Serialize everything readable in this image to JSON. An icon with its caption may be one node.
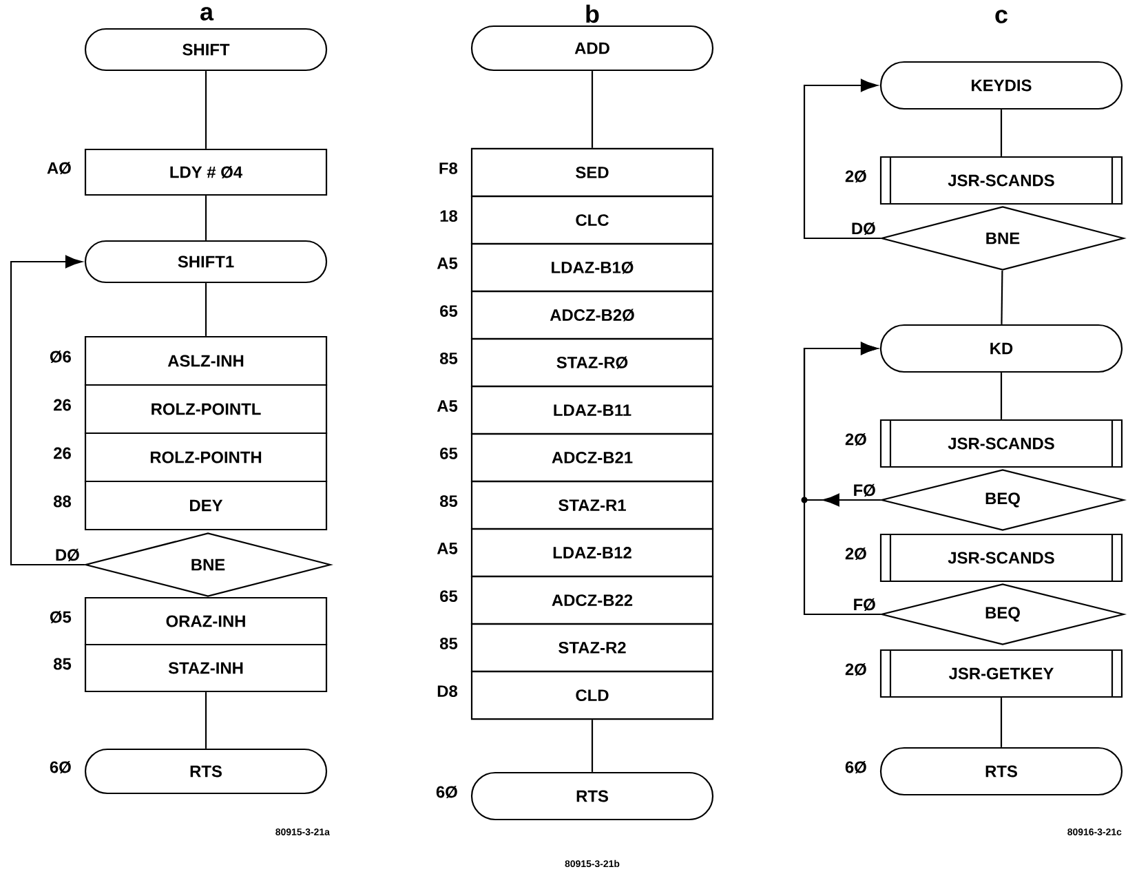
{
  "diagram": {
    "nodes": [
      {
        "text": [
          "SHIFT"
        ]
      },
      {
        "text": [
          "LDY # Ø4"
        ],
        "beside": [
          "AØ"
        ]
      },
      {
        "text": [
          "SHIFT1"
        ]
      },
      {
        "text": [
          "ASLZ-INH"
        ],
        "beside": [
          "Ø6"
        ]
      },
      {
        "text": [
          "ROLZ-POINTL"
        ],
        "beside": [
          "26"
        ]
      },
      {
        "text": [
          "ROLZ-POINTH"
        ],
        "beside": [
          "26"
        ]
      },
      {
        "text": [
          "DEY"
        ],
        "beside": [
          "88"
        ]
      },
      {
        "text": [
          "BNE"
        ],
        "beside": [
          "DØ"
        ]
      },
      {
        "text": [
          "ORAZ-INH"
        ],
        "beside": [
          "Ø5"
        ]
      },
      {
        "text": [
          "STAZ-INH"
        ],
        "beside": [
          "85"
        ]
      },
      {
        "text": [
          "RTS"
        ],
        "beside": [
          "6Ø"
        ]
      },
      {
        "text": [
          "ADD"
        ]
      },
      {
        "text": [
          "SED"
        ],
        "beside": [
          "F8"
        ]
      },
      {
        "text": [
          "CLC"
        ],
        "beside": [
          "18"
        ]
      },
      {
        "text": [
          "LDAZ-B1Ø"
        ],
        "beside": [
          "A5"
        ]
      },
      {
        "text": [
          "ADCZ-B2Ø"
        ],
        "beside": [
          "65"
        ]
      },
      {
        "text": [
          "STAZ-RØ"
        ],
        "beside": [
          "85"
        ]
      },
      {
        "text": [
          "LDAZ-B11"
        ],
        "beside": [
          "A5"
        ]
      },
      {
        "text": [
          "ADCZ-B21"
        ],
        "beside": [
          "65"
        ]
      },
      {
        "text": [
          "STAZ-R1"
        ],
        "beside": [
          "85"
        ]
      },
      {
        "text": [
          "LDAZ-B12"
        ],
        "beside": [
          "A5"
        ]
      },
      {
        "text": [
          "ADCZ-B22"
        ],
        "beside": [
          "65"
        ]
      },
      {
        "text": [
          "STAZ-R2"
        ],
        "beside": [
          "85"
        ]
      },
      {
        "text": [
          "CLD"
        ],
        "beside": [
          "D8"
        ]
      },
      {
        "text": [
          "RTS"
        ],
        "beside": [
          "6Ø"
        ]
      },
      {
        "text": [
          "KEYDIS"
        ]
      },
      {
        "text": [
          "JSR-SCANDS"
        ],
        "beside": [
          "2Ø"
        ]
      },
      {
        "text": [
          "BNE"
        ],
        "beside": [
          "DØ"
        ]
      },
      {
        "text": [
          "KD"
        ]
      },
      {
        "text": [
          "JSR-SCANDS"
        ],
        "beside": [
          "2Ø"
        ]
      },
      {
        "text": [
          "BEQ"
        ],
        "beside": [
          "FØ"
        ]
      },
      {
        "text": [
          "JSR-SCANDS"
        ],
        "beside": [
          "2Ø"
        ]
      },
      {
        "text": [
          "BEQ"
        ],
        "beside": [
          "FØ"
        ]
      },
      {
        "text": [
          "JSR-GETKEY"
        ],
        "beside": [
          "2Ø"
        ]
      },
      {
        "text": [
          "RTS"
        ],
        "beside": [
          "6Ø"
        ]
      }
    ],
    "edges": [
      {
        "from": 0,
        "to": 1,
        "arrow": "none"
      },
      {
        "from": 1,
        "to": 2,
        "arrow": "none"
      },
      {
        "from": 2,
        "to": 3,
        "arrow": "none"
      },
      {
        "from": 9,
        "to": 10,
        "arrow": "none"
      },
      {
        "from": 7,
        "to": 2,
        "arrow": "to"
      },
      {
        "from": 11,
        "to": 12,
        "arrow": "none"
      },
      {
        "from": 23,
        "to": 24,
        "arrow": "none"
      },
      {
        "from": 25,
        "to": 26,
        "arrow": "none"
      },
      {
        "from": 27,
        "to": 28,
        "arrow": "none"
      },
      {
        "from": 28,
        "to": 29,
        "arrow": "none"
      },
      {
        "from": 33,
        "to": 34,
        "arrow": "none"
      },
      {
        "from": 27,
        "to": 25,
        "arrow": "to"
      },
      {
        "from": 30,
        "to": 28,
        "arrow": "to"
      },
      {
        "from": 32,
        "to": 28,
        "arrow": "to"
      }
    ],
    "labels": [
      "a",
      "b",
      "c",
      "80915-3-21a",
      "80915-3-21b",
      "80916-3-21c"
    ]
  }
}
